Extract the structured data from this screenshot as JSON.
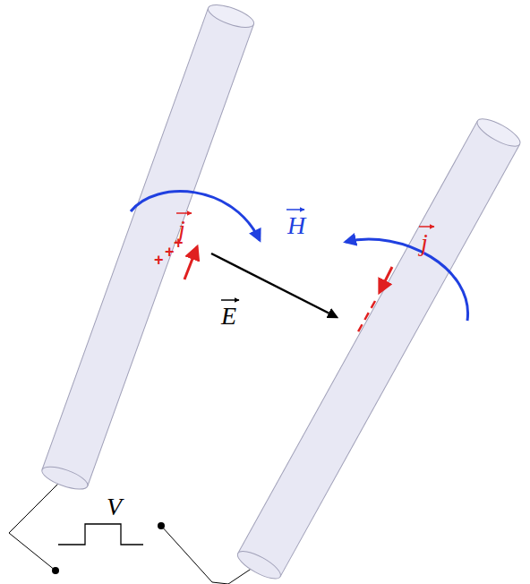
{
  "diagram": {
    "labels": [
      "j",
      "+",
      "+",
      "+",
      "H",
      "E",
      "j",
      "V"
    ]
  }
}
